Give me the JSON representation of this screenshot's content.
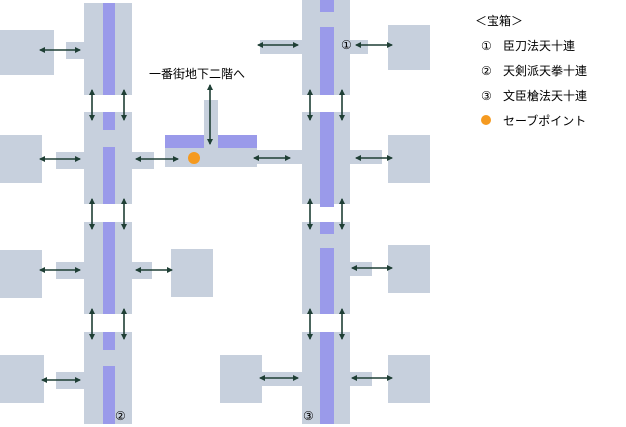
{
  "map": {
    "floor_color": "#c7d0dd",
    "corridor_color": "#9a9aea",
    "arrow_color": "#1f3f35",
    "stair_label": "一番街地下二階へ",
    "markers": [
      {
        "id": "m1",
        "label": "①"
      },
      {
        "id": "m2",
        "label": "②"
      },
      {
        "id": "m3",
        "label": "③"
      }
    ],
    "save_point_color": "#f59a20"
  },
  "legend": {
    "title": "＜宝箱＞",
    "items": [
      {
        "mark": "①",
        "text": "臣刀法天十連"
      },
      {
        "mark": "②",
        "text": "天剣派天拳十連"
      },
      {
        "mark": "③",
        "text": "文臣槍法天十連"
      }
    ],
    "save_point": "セーブポイント"
  }
}
